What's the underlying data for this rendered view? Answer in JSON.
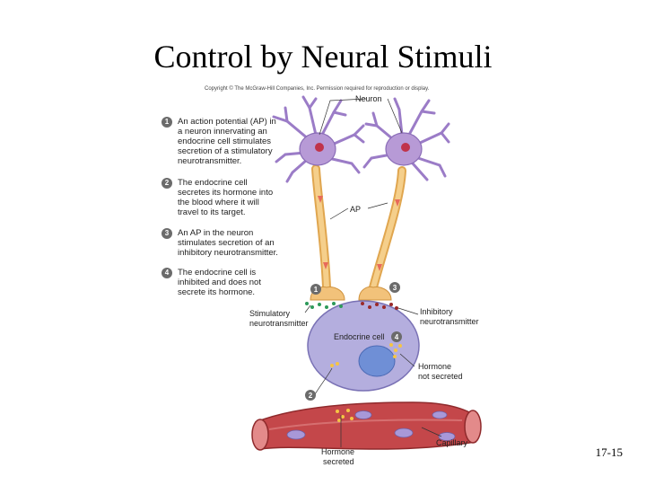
{
  "slide": {
    "title": "Control by Neural Stimuli",
    "copyright": "Copyright © The McGraw-Hill Companies, Inc. Permission required for reproduction or display.",
    "page_number": "17-15"
  },
  "steps": [
    {
      "number": "1",
      "lines": [
        "An action potential (AP) in",
        "a neuron innervating an",
        "endocrine cell stimulates",
        "secretion of a stimulatory",
        "neurotransmitter."
      ]
    },
    {
      "number": "2",
      "lines": [
        "The endocrine cell",
        "secretes its hormone into",
        "the blood where it will",
        "travel to its target."
      ]
    },
    {
      "number": "3",
      "lines": [
        "An AP in the neuron",
        "stimulates secretion of an",
        "inhibitory neurotransmitter."
      ]
    },
    {
      "number": "4",
      "lines": [
        "The endocrine cell is",
        "inhibited and does not",
        "secrete its hormone."
      ]
    }
  ],
  "diagram": {
    "neuron_label": "Neuron",
    "ap_label": "AP",
    "stimulatory_label_1": "Stimulatory",
    "stimulatory_label_2": "neurotransmitter",
    "inhibitory_label_1": "Inhibitory",
    "inhibitory_label_2": "neurotransmitter",
    "endocrine_label": "Endocrine cell",
    "hormone_not_1": "Hormone",
    "hormone_not_2": "not secreted",
    "hormone_sec_1": "Hormone",
    "hormone_sec_2": "secreted",
    "capillary_label": "Capillary",
    "markers": [
      "1",
      "2",
      "3",
      "4"
    ],
    "colors": {
      "neuron": "#b79ad6",
      "axon": "#f2c27a",
      "endocrine": "#b4aede",
      "nucleus": "#6f8fd6",
      "capillary": "#c4474a",
      "stimulatory": "#2e9a5a",
      "inhibitory": "#9a2a2a"
    }
  }
}
